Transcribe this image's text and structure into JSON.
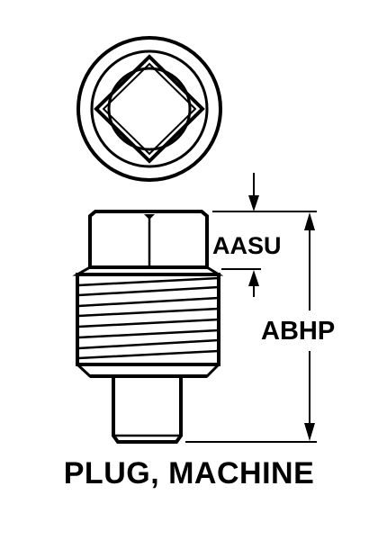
{
  "title": "PLUG, MACHINE",
  "dimensions": {
    "head_height_label": "AASU",
    "overall_length_label": "ABHP"
  },
  "colors": {
    "line": "#000000",
    "background": "#ffffff"
  }
}
